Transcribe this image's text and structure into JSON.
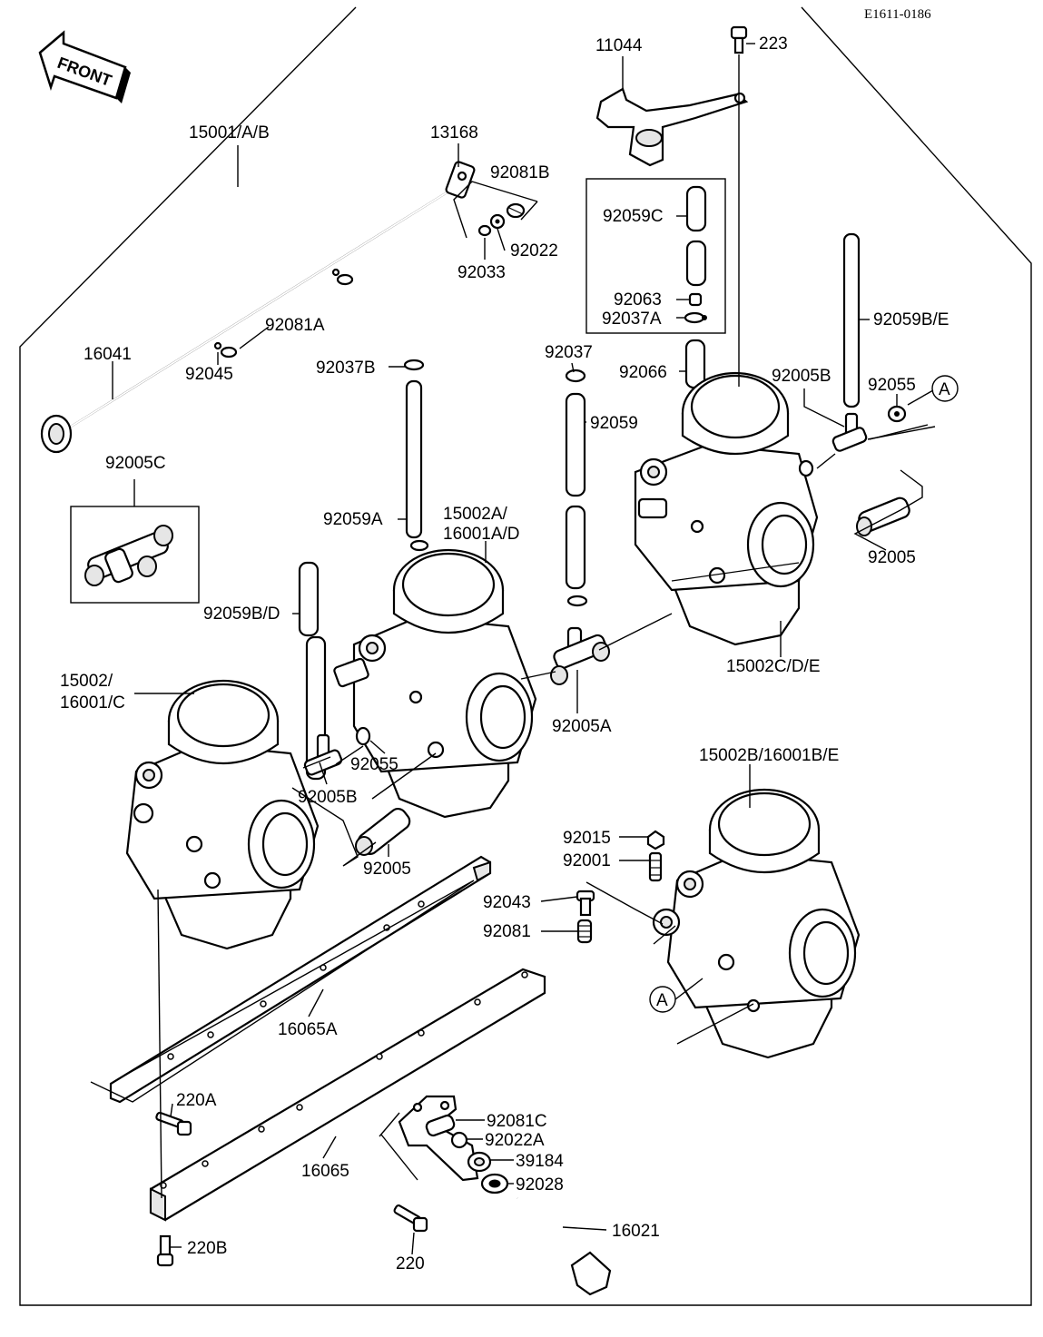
{
  "drawing_code": "E1611-0186",
  "front_label": "FRONT",
  "inset_refs": {
    "a_top": "A",
    "a_bottom": "A"
  },
  "labels": {
    "l11044": "11044",
    "l223": "223",
    "l15001": "15001/A/B",
    "l13168": "13168",
    "l92081B": "92081B",
    "l92022": "92022",
    "l92033": "92033",
    "l92059C": "92059C",
    "l92063": "92063",
    "l92037A": "92037A",
    "l92059BE": "92059B/E",
    "l92081A": "92081A",
    "l16041": "16041",
    "l92045": "92045",
    "l92037B": "92037B",
    "l92037": "92037",
    "l92066": "92066",
    "l92005B_top": "92005B",
    "l92055_top": "92055",
    "l92059": "92059",
    "l92005C": "92005C",
    "l92059A": "92059A",
    "l15002A_1": "15002A/",
    "l15002A_2": "16001A/D",
    "l92005_right": "92005",
    "l92059BD": "92059B/D",
    "l15002CDE": "15002C/D/E",
    "l15002_1": "15002/",
    "l15002_2": "16001/C",
    "l92005A": "92005A",
    "l92055_mid": "92055",
    "l92005B_mid": "92005B",
    "l15002BE": "15002B/16001B/E",
    "l92015": "92015",
    "l92001": "92001",
    "l92005_mid": "92005",
    "l92043": "92043",
    "l92081": "92081",
    "l16065A": "16065A",
    "l220A": "220A",
    "l92081C": "92081C",
    "l92022A": "92022A",
    "l39184": "39184",
    "l16065": "16065",
    "l92028": "92028",
    "l16021": "16021",
    "l220B": "220B",
    "l220": "220"
  }
}
